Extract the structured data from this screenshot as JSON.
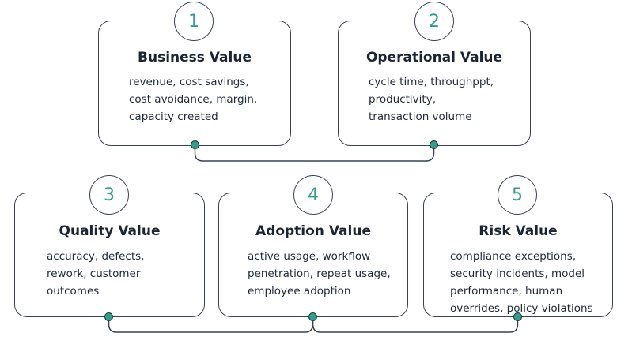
{
  "cards": [
    {
      "number": "1",
      "title": "Business Value",
      "description": "revenue, cost savings,\ncost avoidance, margin,\ncapacity created"
    },
    {
      "number": "2",
      "title": "Operational Value",
      "description": "cycle time, throughppt,\nproductivity,\ntransaction volume"
    },
    {
      "number": "3",
      "title": "Quality Value",
      "description": "accuracy, defects,\nrework, customer\noutcomes"
    },
    {
      "number": "4",
      "title": "Adoption Value",
      "description": "active usage, workflow\npenetration, repeat usage,\nemployee adoption"
    },
    {
      "number": "5",
      "title": "Risk Value",
      "description": "compliance exceptions,\nsecurity incidents, model\nperformance, human\noverrides, policy violations"
    }
  ],
  "colors": {
    "accent": "#2f9e8b",
    "border": "#3a4250",
    "text": "#1f2a3a"
  }
}
